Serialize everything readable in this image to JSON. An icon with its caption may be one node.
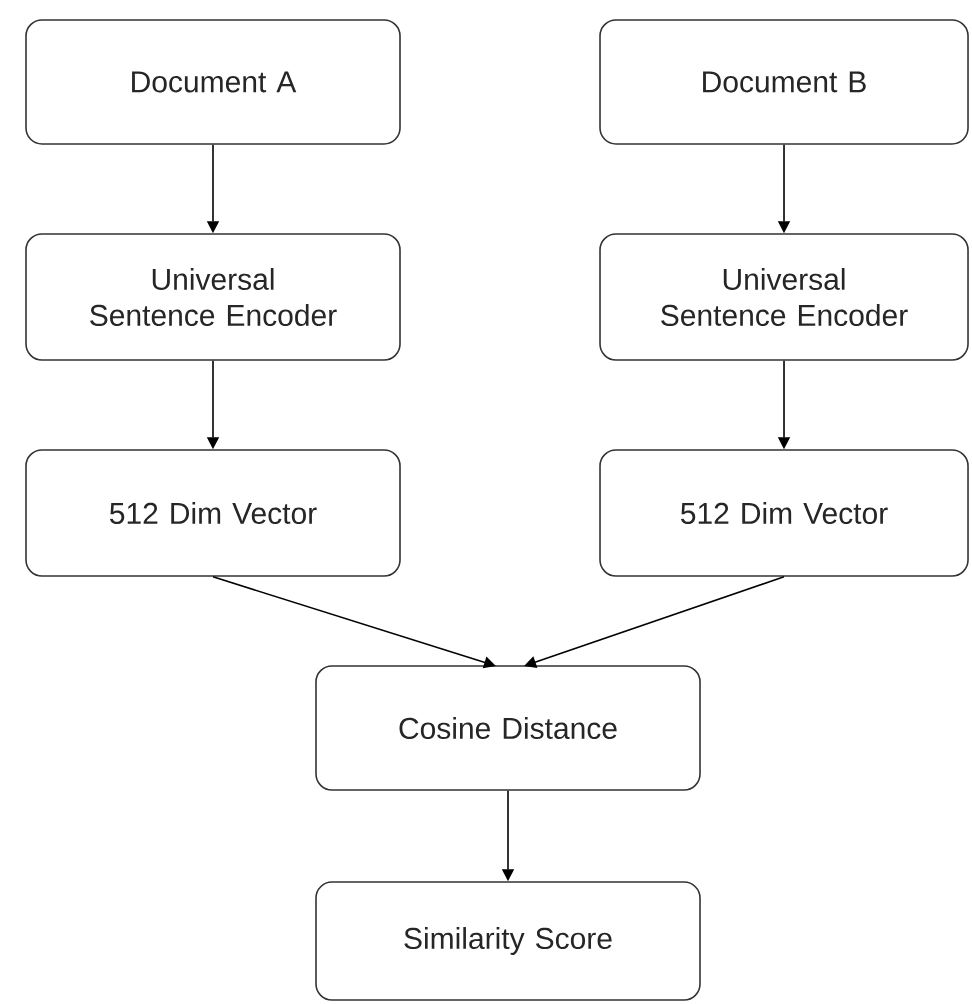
{
  "diagram": {
    "nodes": [
      {
        "text": [
          "Document A"
        ]
      },
      {
        "text": [
          "Document B"
        ]
      },
      {
        "text": [
          "Universal Sentence Encoder"
        ]
      },
      {
        "text": [
          "Universal Sentence Encoder"
        ]
      },
      {
        "text": [
          "512 Dim Vector"
        ]
      },
      {
        "text": [
          "512 Dim Vector"
        ]
      },
      {
        "text": [
          "Cosine Distance"
        ]
      },
      {
        "text": [
          "Similarity Score"
        ]
      }
    ],
    "edges": [
      {
        "from": 0,
        "to": 2,
        "arrow": "to"
      },
      {
        "from": 1,
        "to": 3,
        "arrow": "to"
      },
      {
        "from": 2,
        "to": 4,
        "arrow": "to"
      },
      {
        "from": 3,
        "to": 5,
        "arrow": "to"
      },
      {
        "from": 4,
        "to": 6,
        "arrow": "to"
      },
      {
        "from": 5,
        "to": 6,
        "arrow": "to"
      },
      {
        "from": 6,
        "to": 7,
        "arrow": "to"
      }
    ]
  }
}
